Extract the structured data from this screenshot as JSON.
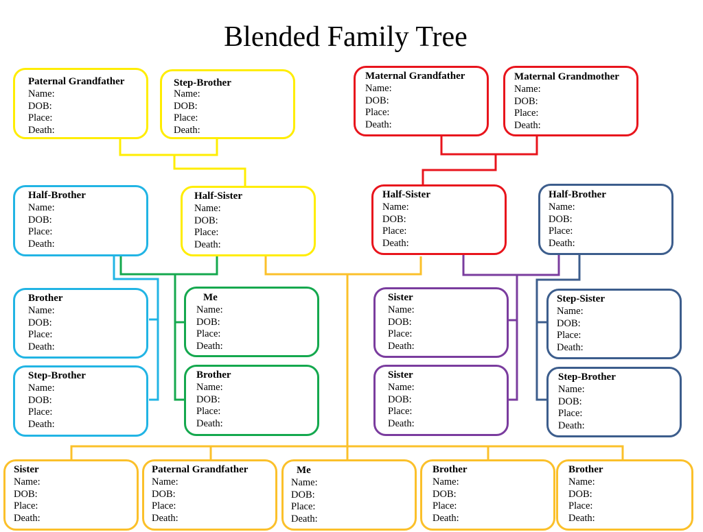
{
  "title": "Blended Family Tree",
  "field_labels": [
    "Name:",
    "DOB:",
    "Place:",
    "Death:"
  ],
  "colors": {
    "yellow": "#ffed00",
    "red": "#e8141c",
    "cyan": "#21b4e4",
    "navy": "#3c5d8c",
    "green": "#14a84e",
    "purple": "#7a3c9e",
    "gold": "#fbc02a"
  },
  "cards": [
    {
      "id": "paternal-grandfather-top",
      "title": "Paternal Grandfather",
      "color": "yellow"
    },
    {
      "id": "step-brother-top",
      "title": "Step-Brother",
      "color": "yellow"
    },
    {
      "id": "maternal-grandfather",
      "title": "Maternal Grandfather",
      "color": "red"
    },
    {
      "id": "maternal-grandmother",
      "title": "Maternal Grandmother",
      "color": "red"
    },
    {
      "id": "half-brother-left",
      "title": "Half-Brother",
      "color": "cyan"
    },
    {
      "id": "half-sister-left",
      "title": "Half-Sister",
      "color": "yellow"
    },
    {
      "id": "half-sister-right",
      "title": "Half-Sister",
      "color": "red"
    },
    {
      "id": "half-brother-right",
      "title": "Half-Brother",
      "color": "navy"
    },
    {
      "id": "brother-cyan",
      "title": "Brother",
      "color": "cyan"
    },
    {
      "id": "me-green",
      "title": "Me",
      "color": "green"
    },
    {
      "id": "sister-purple-top",
      "title": "Sister",
      "color": "purple"
    },
    {
      "id": "step-sister-navy",
      "title": "Step-Sister",
      "color": "navy"
    },
    {
      "id": "step-brother-cyan",
      "title": "Step-Brother",
      "color": "cyan"
    },
    {
      "id": "brother-green",
      "title": "Brother",
      "color": "green"
    },
    {
      "id": "sister-purple-bottom",
      "title": "Sister",
      "color": "purple"
    },
    {
      "id": "step-brother-navy",
      "title": "Step-Brother",
      "color": "navy"
    },
    {
      "id": "sister-bottom",
      "title": "Sister",
      "color": "gold"
    },
    {
      "id": "paternal-grandfather-bottom",
      "title": "Paternal Grandfather",
      "color": "gold"
    },
    {
      "id": "me-bottom",
      "title": "Me",
      "color": "gold"
    },
    {
      "id": "brother-bottom-1",
      "title": "Brother",
      "color": "gold"
    },
    {
      "id": "brother-bottom-2",
      "title": "Brother",
      "color": "gold"
    }
  ]
}
